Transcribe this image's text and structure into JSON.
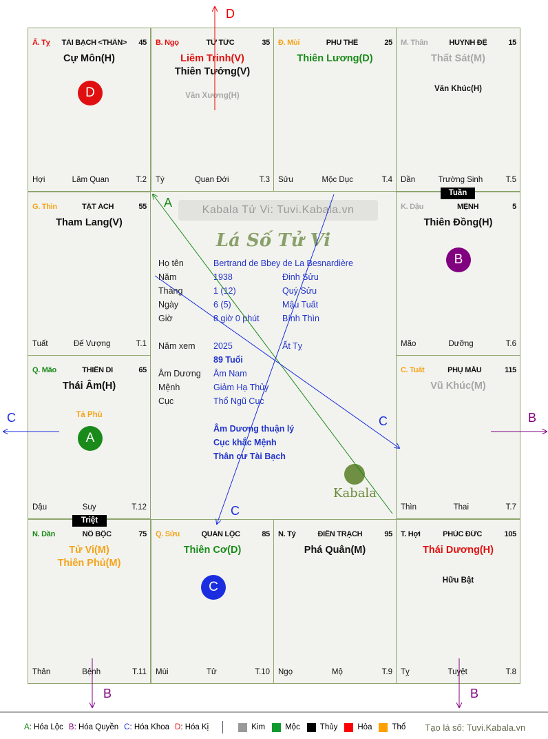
{
  "colors": {
    "red": "#e01010",
    "green": "#1a8a1a",
    "orange": "#f5a31a",
    "gray": "#a8a8a8",
    "black": "#111111",
    "blue": "#1a2ee0",
    "purple": "#800080"
  },
  "cells": [
    {
      "id": "ty-2",
      "can": "Ấ. Tỵ",
      "can_color": "red",
      "palace": "TÀI BẠCH <THÂN>",
      "number": "45",
      "main_stars": [
        {
          "text": "Cự Môn(H)",
          "color": "black"
        }
      ],
      "minor_stars": [],
      "badge": {
        "letter": "D",
        "color": "red"
      },
      "branch": "Hợi",
      "stage": "Lâm Quan",
      "t": "T.2"
    },
    {
      "id": "ngo",
      "can": "B. Ngọ",
      "can_color": "red",
      "palace": "TỬ TỨC",
      "number": "35",
      "main_stars": [
        {
          "text": "Liêm Trinh(V)",
          "color": "red"
        },
        {
          "text": "Thiên Tướng(V)",
          "color": "black"
        }
      ],
      "minor_stars": [
        {
          "text": "Văn Xương(H)",
          "color": "gray"
        }
      ],
      "branch": "Tý",
      "stage": "Quan Đới",
      "t": "T.3"
    },
    {
      "id": "mui",
      "can": "Đ. Mùi",
      "can_color": "orange",
      "palace": "PHU THÊ",
      "number": "25",
      "main_stars": [
        {
          "text": "Thiên Lương(D)",
          "color": "green"
        }
      ],
      "minor_stars": [],
      "branch": "Sửu",
      "stage": "Mộc Dục",
      "t": "T.4"
    },
    {
      "id": "than",
      "can": "M. Thân",
      "can_color": "gray",
      "palace": "HUYNH ĐỆ",
      "number": "15",
      "main_stars": [
        {
          "text": "Thất Sát(M)",
          "color": "gray"
        }
      ],
      "minor_stars": [
        {
          "text": "Văn Khúc(H)",
          "color": "black"
        }
      ],
      "branch": "Dần",
      "stage": "Trường Sinh",
      "t": "T.5"
    },
    {
      "id": "thin",
      "can": "G. Thìn",
      "can_color": "orange",
      "palace": "TẬT ÁCH",
      "number": "55",
      "main_stars": [
        {
          "text": "Tham Lang(V)",
          "color": "black"
        }
      ],
      "minor_stars": [],
      "branch": "Tuất",
      "stage": "Đế Vượng",
      "t": "T.1"
    },
    {
      "id": "dau",
      "can": "K. Dậu",
      "can_color": "gray",
      "palace": "MỆNH",
      "number": "5",
      "main_stars": [
        {
          "text": "Thiên Đồng(H)",
          "color": "black"
        }
      ],
      "minor_stars": [],
      "badge": {
        "letter": "B",
        "color": "purple"
      },
      "tag": "Tuần",
      "branch": "Mão",
      "stage": "Dưỡng",
      "t": "T.6"
    },
    {
      "id": "mao",
      "can": "Q. Mão",
      "can_color": "green",
      "palace": "THIÊN DI",
      "number": "65",
      "main_stars": [
        {
          "text": "Thái Âm(H)",
          "color": "black"
        }
      ],
      "minor_stars": [
        {
          "text": "Tả Phù",
          "color": "orange"
        }
      ],
      "badge": {
        "letter": "A",
        "color": "green"
      },
      "branch": "Dậu",
      "stage": "Suy",
      "t": "T.12"
    },
    {
      "id": "tuat",
      "can": "C. Tuất",
      "can_color": "orange",
      "palace": "PHỤ MẪU",
      "number": "115",
      "main_stars": [
        {
          "text": "Vũ Khúc(M)",
          "color": "gray"
        }
      ],
      "minor_stars": [],
      "branch": "Thìn",
      "stage": "Thai",
      "t": "T.7"
    },
    {
      "id": "dan",
      "can": "N. Dần",
      "can_color": "green",
      "palace": "NÔ BỘC",
      "number": "75",
      "main_stars": [
        {
          "text": "Tử Vi(M)",
          "color": "orange"
        },
        {
          "text": "Thiên Phủ(M)",
          "color": "orange"
        }
      ],
      "minor_stars": [],
      "tag": "Triệt",
      "branch": "Thân",
      "stage": "Bệnh",
      "t": "T.11"
    },
    {
      "id": "suu",
      "can": "Q. Sửu",
      "can_color": "orange",
      "palace": "QUAN LỘC",
      "number": "85",
      "main_stars": [
        {
          "text": "Thiên Cơ(D)",
          "color": "green"
        }
      ],
      "minor_stars": [],
      "badge": {
        "letter": "C",
        "color": "blue"
      },
      "branch": "Mùi",
      "stage": "Tử",
      "t": "T.10"
    },
    {
      "id": "ty-9",
      "can": "N. Tý",
      "can_color": "black",
      "palace": "ĐIỀN TRẠCH",
      "number": "95",
      "main_stars": [
        {
          "text": "Phá Quân(M)",
          "color": "black"
        }
      ],
      "minor_stars": [],
      "branch": "Ngọ",
      "stage": "Mộ",
      "t": "T.9"
    },
    {
      "id": "hoi",
      "can": "T. Hợi",
      "can_color": "black",
      "palace": "PHÚC ĐỨC",
      "number": "105",
      "main_stars": [
        {
          "text": "Thái Dương(H)",
          "color": "red"
        }
      ],
      "minor_stars": [
        {
          "text": "Hữu Bật",
          "color": "black"
        }
      ],
      "branch": "Tỵ",
      "stage": "Tuyệt",
      "t": "T.8"
    }
  ],
  "center": {
    "watermark": "Kabala Tử Vi: Tuvi.Kabala.vn",
    "title": "Lá Số Tử Vi",
    "rows": [
      {
        "label": "Họ tên",
        "value": "Bertrand de Bbey de La Besnardière",
        "value2": ""
      },
      {
        "label": "Năm",
        "value": "1938",
        "value2": "Đinh Sửu"
      },
      {
        "label": "Tháng",
        "value": "1  (12)",
        "value2": "Quý Sửu"
      },
      {
        "label": "Ngày",
        "value": "6  (5)",
        "value2": "Mậu Tuất"
      },
      {
        "label": "Giờ",
        "value": "8 giờ 0 phút",
        "value2": "Bính Thìn"
      }
    ],
    "rows2": [
      {
        "label": "Năm xem",
        "value": "2025",
        "value2": "Ất Tỵ"
      },
      {
        "label": "",
        "value": "89 Tuổi",
        "value2": "",
        "bold": true
      },
      {
        "label": "Âm Dương",
        "value": "Âm Nam",
        "value2": ""
      },
      {
        "label": "Mệnh",
        "value": "Giảm Hạ Thủy",
        "value2": ""
      },
      {
        "label": "Cục",
        "value": "Thổ Ngũ Cục",
        "value2": ""
      }
    ],
    "notes": [
      "Âm Dương thuận lý",
      "Cục khắc Mệnh",
      "Thân cư Tài Bạch"
    ],
    "logo_text": "Kabala"
  },
  "arrows": {
    "top": "D",
    "left": "C",
    "right": "B",
    "bottom_left": "B",
    "bottom_right": "B",
    "inner_a": "A",
    "inner_c1": "C",
    "inner_c2": "C"
  },
  "legend": {
    "items": [
      {
        "key": "A",
        "label": ": Hóa Lộc",
        "color": "green"
      },
      {
        "key": "B",
        "label": ": Hóa Quyền",
        "color": "purple"
      },
      {
        "key": "C",
        "label": ": Hóa Khoa",
        "color": "blue"
      },
      {
        "key": "D",
        "label": ": Hóa Kị",
        "color": "red"
      }
    ],
    "elements": [
      {
        "label": "Kim",
        "color": "#999999"
      },
      {
        "label": "Mộc",
        "color": "#11992f"
      },
      {
        "label": "Thủy",
        "color": "#000000"
      },
      {
        "label": "Hỏa",
        "color": "#ff0000"
      },
      {
        "label": "Thổ",
        "color": "#ff9f00"
      }
    ],
    "credit": "Tạo lá số: Tuvi.Kabala.vn"
  }
}
